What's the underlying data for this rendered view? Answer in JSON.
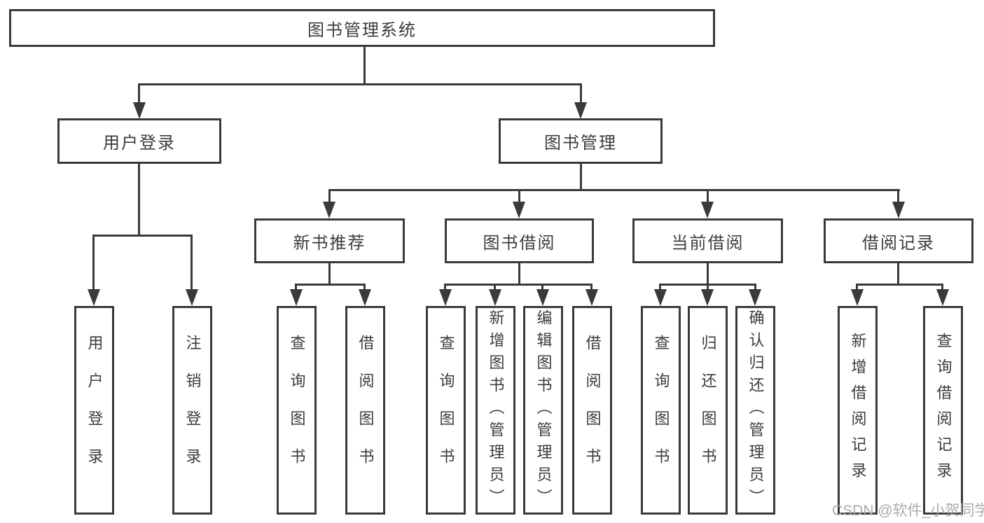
{
  "diagram": {
    "title": "图书管理系统",
    "watermark": "CSDN @软件_小贺同学",
    "colors": {
      "line": "#3a3a3a",
      "box_border": "#3a3a3a",
      "box_fill": "#ffffff",
      "text": "#3c3c40",
      "watermark_text": "#ababab",
      "background": "#ffffff"
    },
    "level2": [
      {
        "label": "用户登录"
      },
      {
        "label": "图书管理"
      }
    ],
    "level3": [
      {
        "label": "新书推荐",
        "parent": "图书管理"
      },
      {
        "label": "图书借阅",
        "parent": "图书管理"
      },
      {
        "label": "当前借阅",
        "parent": "图书管理"
      },
      {
        "label": "借阅记录",
        "parent": "图书管理"
      }
    ],
    "leaves": [
      {
        "label": "用户登录",
        "parent": "用户登录"
      },
      {
        "label": "注销登录",
        "parent": "用户登录"
      },
      {
        "label": "查询图书",
        "parent": "新书推荐"
      },
      {
        "label": "借阅图书",
        "parent": "新书推荐"
      },
      {
        "label": "查询图书",
        "parent": "图书借阅"
      },
      {
        "label": "新增图书（管理员）",
        "parent": "图书借阅"
      },
      {
        "label": "编辑图书（管理员）",
        "parent": "图书借阅"
      },
      {
        "label": "借阅图书",
        "parent": "图书借阅"
      },
      {
        "label": "查询图书",
        "parent": "当前借阅"
      },
      {
        "label": "归还图书",
        "parent": "当前借阅"
      },
      {
        "label": "确认归还（管理员）",
        "parent": "当前借阅"
      },
      {
        "label": "新增借阅记录",
        "parent": "借阅记录"
      },
      {
        "label": "查询借阅记录",
        "parent": "借阅记录"
      }
    ]
  }
}
